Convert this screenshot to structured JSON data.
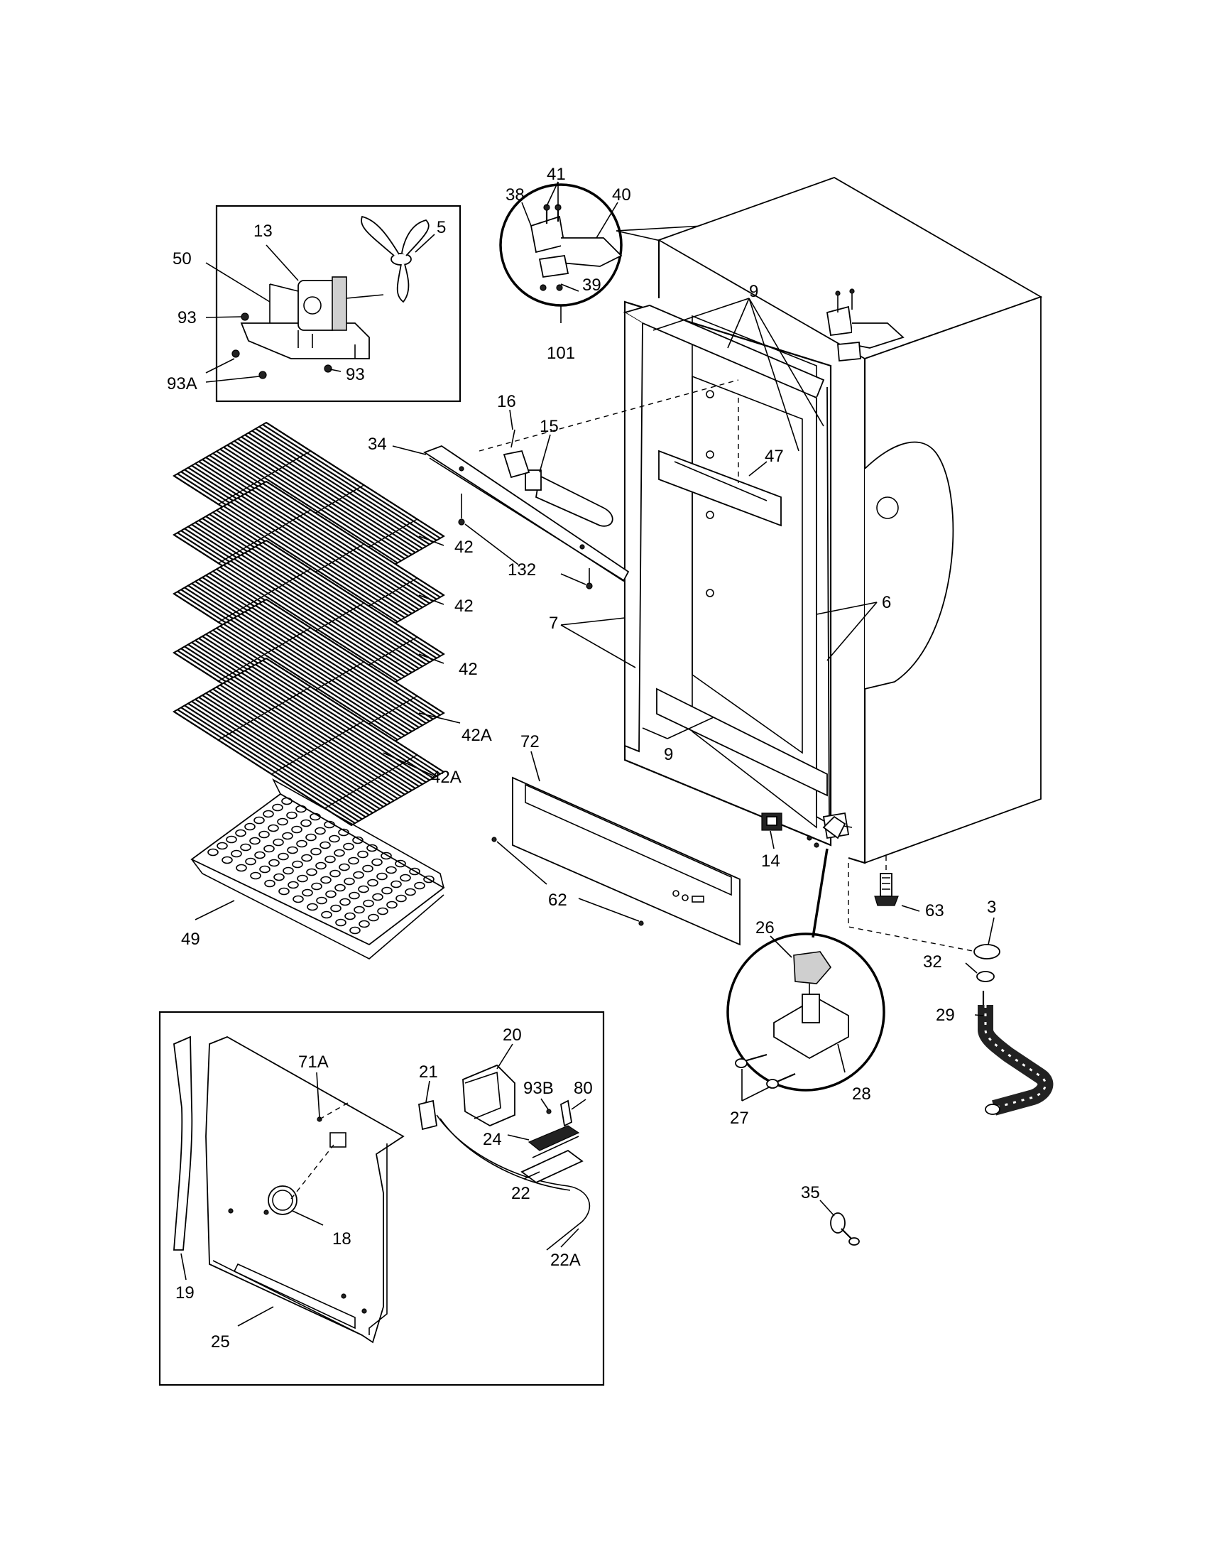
{
  "labels": {
    "l3": "3",
    "l5": "5",
    "l6": "6",
    "l7": "7",
    "l9a": "9",
    "l9b": "9",
    "l13": "13",
    "l14": "14",
    "l15": "15",
    "l16": "16",
    "l18": "18",
    "l19": "19",
    "l20": "20",
    "l21": "21",
    "l22": "22",
    "l22A": "22A",
    "l24": "24",
    "l25": "25",
    "l26": "26",
    "l27": "27",
    "l28": "28",
    "l29": "29",
    "l32": "32",
    "l34": "34",
    "l35": "35",
    "l38": "38",
    "l39": "39",
    "l40": "40",
    "l41": "41",
    "l42a": "42",
    "l42b": "42",
    "l42c": "42",
    "l42Aa": "42A",
    "l42Ab": "42A",
    "l47": "47",
    "l49": "49",
    "l50": "50",
    "l62": "62",
    "l63": "63",
    "l71A": "71A",
    "l72": "72",
    "l80": "80",
    "l93a": "93",
    "l93b": "93",
    "l93A": "93A",
    "l93B": "93B",
    "l101": "101",
    "l132": "132"
  }
}
